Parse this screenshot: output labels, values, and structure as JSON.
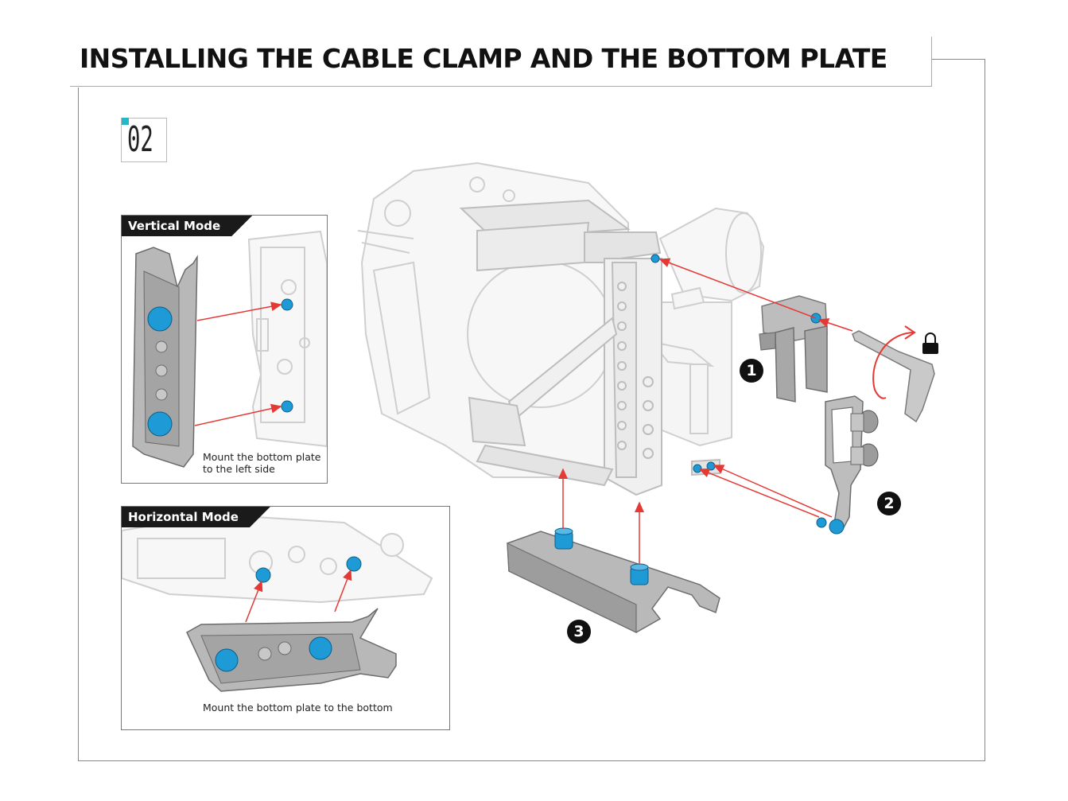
{
  "title": "INSTALLING THE CABLE CLAMP AND THE BOTTOM PLATE",
  "step": {
    "number": "02",
    "accent_color": "#22b8c9"
  },
  "vertical_panel": {
    "tab": "Vertical Mode",
    "caption_line1": "Mount the bottom plate",
    "caption_line2": "to the left side"
  },
  "horizontal_panel": {
    "tab": "Horizontal Mode",
    "caption": "Mount the bottom plate to the bottom"
  },
  "callouts": {
    "one": "1",
    "two": "2",
    "three": "3"
  },
  "icons": [
    "lock-icon",
    "rotation-arrow-icon"
  ],
  "colors": {
    "arrow": "#e53935",
    "screw": "#1e9ad6",
    "part": "#8c8c8c",
    "outline": "#c8c8c8"
  }
}
